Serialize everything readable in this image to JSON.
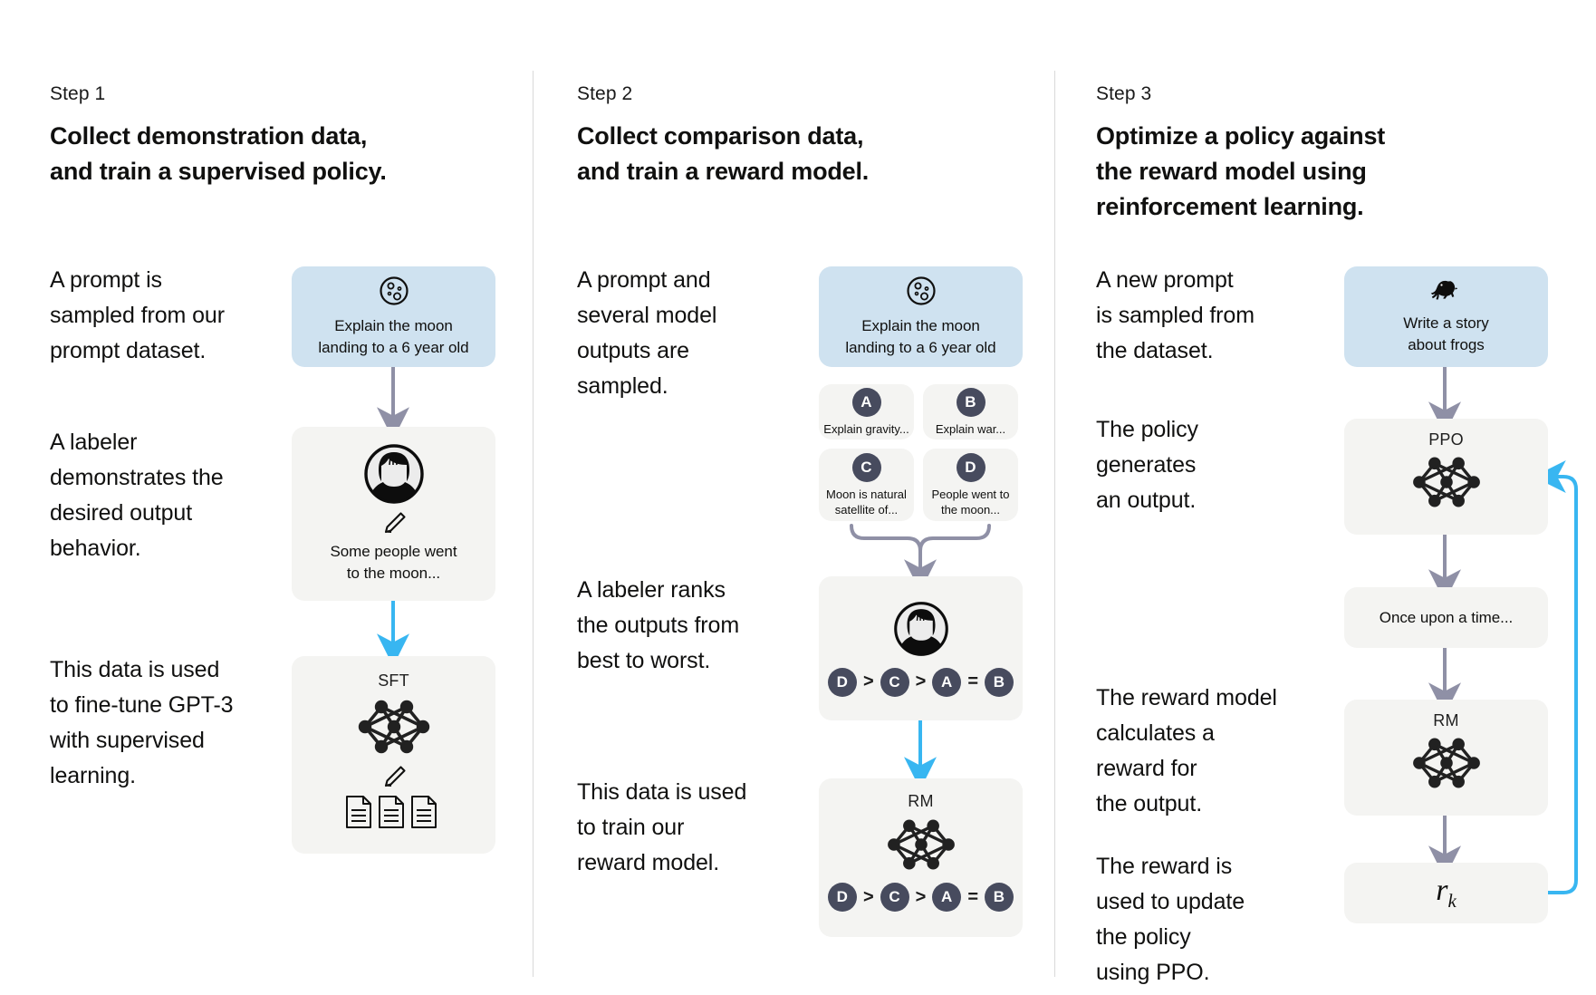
{
  "diagram": {
    "title": "RLHF three-step training diagram",
    "colors": {
      "prompt_card": "#cfe2f0",
      "process_card": "#f4f4f2",
      "grey_arrow": "#8f90a6",
      "blue_arrow": "#38b6f1",
      "badge": "#474b5e",
      "divider": "#d9d9d9"
    }
  },
  "steps": [
    {
      "label": "Step 1",
      "title": "Collect demonstration data,\nand train a supervised policy.",
      "paragraphs": [
        "A prompt is\nsampled from our\nprompt dataset.",
        "A labeler\ndemonstrates the\ndesired output\nbehavior.",
        "This data is used\nto fine-tune GPT-3\nwith supervised\nlearning."
      ],
      "cards": {
        "prompt": {
          "icon": "moon-icon",
          "caption": "Explain the moon\nlanding to a 6 year old"
        },
        "labeler": {
          "icon": "labeler-avatar-icon",
          "sub_icon": "pencil-icon",
          "caption": "Some people went\nto the moon..."
        },
        "sft": {
          "title": "SFT",
          "icon": "neural-network-icon",
          "sub_icon": "pencil-icon",
          "docs_icon": "documents-icon"
        }
      }
    },
    {
      "label": "Step 2",
      "title": "Collect comparison data,\nand train a reward model.",
      "paragraphs": [
        "A prompt and\nseveral model\noutputs are\nsampled.",
        "A labeler ranks\nthe outputs from\nbest to worst.",
        "This data is used\nto train our\nreward model."
      ],
      "cards": {
        "prompt": {
          "icon": "moon-icon",
          "caption": "Explain the moon\nlanding to a 6 year old"
        },
        "outputs": [
          {
            "letter": "A",
            "caption": "Explain gravity..."
          },
          {
            "letter": "B",
            "caption": "Explain war..."
          },
          {
            "letter": "C",
            "caption": "Moon is natural\nsatellite of..."
          },
          {
            "letter": "D",
            "caption": "People went to\nthe moon..."
          }
        ],
        "ranking": {
          "icon": "labeler-avatar-icon",
          "ranks": [
            "D",
            ">",
            "C",
            ">",
            "A",
            "=",
            "B"
          ]
        },
        "rm": {
          "title": "RM",
          "icon": "neural-network-icon",
          "ranks": [
            "D",
            ">",
            "C",
            ">",
            "A",
            "=",
            "B"
          ]
        }
      }
    },
    {
      "label": "Step 3",
      "title": "Optimize a policy against\nthe reward model using\nreinforcement learning.",
      "paragraphs": [
        "A new prompt\nis sampled from\nthe dataset.",
        "The policy\ngenerates\nan output.",
        "The reward model\ncalculates a\nreward for\nthe output.",
        "The reward is\nused to update\nthe policy\nusing PPO."
      ],
      "cards": {
        "prompt": {
          "icon": "frog-icon",
          "caption": "Write a story\nabout frogs"
        },
        "ppo": {
          "title": "PPO",
          "icon": "neural-network-icon"
        },
        "output": {
          "caption": "Once upon a time..."
        },
        "rm": {
          "title": "RM",
          "icon": "neural-network-icon"
        },
        "reward": {
          "symbol": "r",
          "subscript": "k"
        }
      }
    }
  ]
}
